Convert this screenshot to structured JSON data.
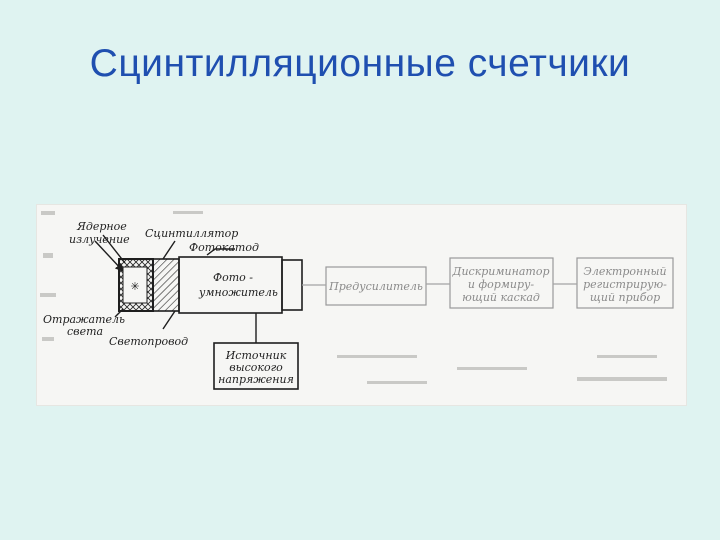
{
  "slide": {
    "title": "Сцинтилляционные счетчики"
  },
  "diagram": {
    "labels": {
      "nuclear_radiation_1": "Ядерное",
      "nuclear_radiation_2": "излучение",
      "scintillator": "Сцинтиллятор",
      "photocathode": "Фотокатод",
      "pmt_1": "Фото -",
      "pmt_2": "умножитель",
      "reflector_1": "Отражатель",
      "reflector_2": "света",
      "light_guide": "Светопровод",
      "hv_1": "Источник",
      "hv_2": "высокого",
      "hv_3": "напряжения",
      "preamp": "Предусилитель",
      "disc_1": "Дискриминатор",
      "disc_2": "и формиру-",
      "disc_3": "ющий каскад",
      "rec_1": "Электронный",
      "rec_2": "регистрирую-",
      "rec_3": "щий прибор"
    },
    "colors": {
      "ink": "#1e1e1e",
      "faint_ink": "#9a9a9a",
      "title": "#1f4fb0",
      "background": "#dff3f1",
      "figure_background": "#f6f6f4"
    }
  }
}
